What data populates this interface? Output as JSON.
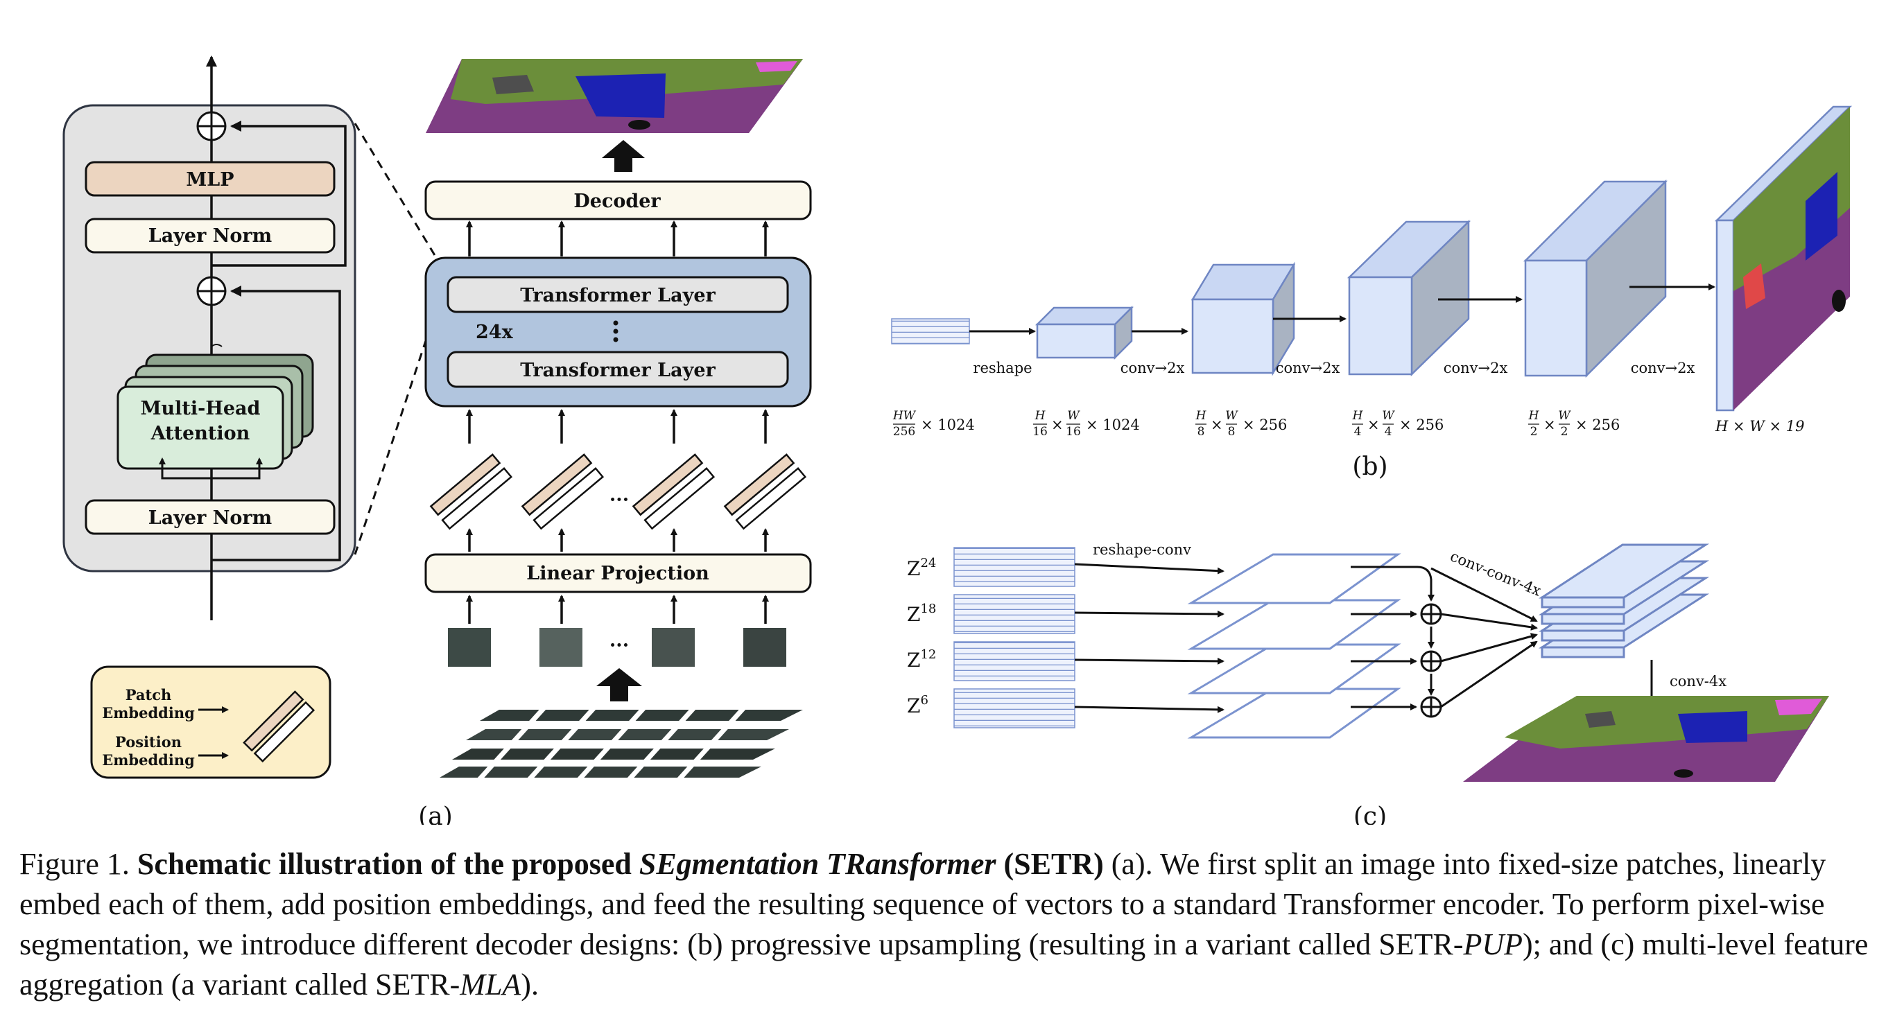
{
  "panel_a": {
    "encoder": {
      "mlp": "MLP",
      "layer_norm_top": "Layer Norm",
      "mha_line1": "Multi-Head",
      "mha_line2": "Attention",
      "layer_norm_bottom": "Layer Norm"
    },
    "legend": {
      "patch_line1": "Patch",
      "patch_line2": "Embedding",
      "position_line1": "Position",
      "position_line2": "Embedding"
    },
    "decoder": "Decoder",
    "transformer_layer_top": "Transformer Layer",
    "transformer_layer_bottom": "Transformer Layer",
    "repeat": "24x",
    "linear_projection": "Linear Projection",
    "ellipsis": "···",
    "label": "(a)"
  },
  "panel_b": {
    "steps": {
      "reshape": "reshape",
      "conv1": "conv→2x",
      "conv2": "conv→2x",
      "conv3": "conv→2x",
      "conv4": "conv→2x"
    },
    "dims": {
      "d0": {
        "num": "HW",
        "den": "256",
        "rest": "× 1024"
      },
      "d1": {
        "a_num": "H",
        "a_den": "16",
        "b_num": "W",
        "b_den": "16",
        "rest": "× 1024"
      },
      "d2": {
        "a_num": "H",
        "a_den": "8",
        "b_num": "W",
        "b_den": "8",
        "rest": "× 256"
      },
      "d3": {
        "a_num": "H",
        "a_den": "4",
        "b_num": "W",
        "b_den": "4",
        "rest": "× 256"
      },
      "d4": {
        "a_num": "H",
        "a_den": "2",
        "b_num": "W",
        "b_den": "2",
        "rest": "× 256"
      },
      "d5": "H × W × 19"
    },
    "label": "(b)"
  },
  "panel_c": {
    "z24": "Z",
    "z24_sup": "24",
    "z18": "Z",
    "z18_sup": "18",
    "z12": "Z",
    "z12_sup": "12",
    "z6": "Z",
    "z6_sup": "6",
    "reshape_conv": "reshape-conv",
    "conv_conv_4x": "conv-conv-4x",
    "conv_4x": "conv-4x",
    "label": "(c)"
  },
  "caption": {
    "prefix": "Figure 1. ",
    "bold1": "Schematic illustration of the proposed ",
    "bold_italic": "SEgmentation TRansformer",
    "bold2": " (SETR)",
    "text1": " (a). We first split an image into fixed-size patches, linearly embed each of them, add position embeddings, and feed the resulting sequence of vectors to a standard Transformer encoder. To perform pixel-wise segmentation, we introduce different decoder designs: (b) progressive upsampling (resulting in a variant called SETR-",
    "italic1": "PUP",
    "text2": "); and (c) multi-level feature aggregation (a variant called SETR-",
    "italic2": "MLA",
    "text3": ")."
  },
  "colors": {
    "encoder_bg": "#e3e3e3",
    "mlp_fill": "#ecd5c0",
    "cream": "#fbf8ec",
    "mha_fill": "#d9eddb",
    "mha_stack": "#8fa58f",
    "transformer_block": "#b1c5de",
    "legend_fill": "#fcefc8",
    "cube_front": "#dbe6fa",
    "cube_side": "#a9b3c2",
    "cube_edge": "#6f86c3",
    "plane_edge": "#7b93cf",
    "seg_purple": "#7e3d83",
    "seg_green": "#6b8e3a",
    "seg_blue": "#1c22b3"
  }
}
